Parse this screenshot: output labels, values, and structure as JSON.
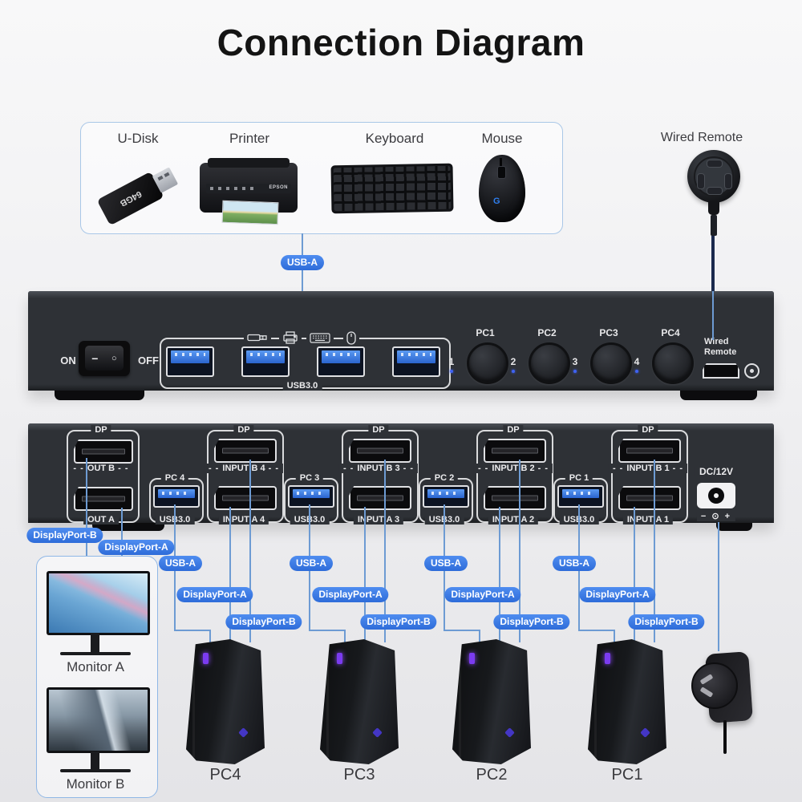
{
  "title": "Connection Diagram",
  "colors": {
    "badge_blue": "#3D7CE3",
    "line_blue": "#6D9BD3",
    "panel_dark": "#2E3136",
    "usb_port_blue": "#3B7BE8"
  },
  "peripherals": {
    "items": [
      {
        "label": "U-Disk"
      },
      {
        "label": "Printer"
      },
      {
        "label": "Keyboard"
      },
      {
        "label": "Mouse"
      }
    ],
    "udisk_capacity": "64GB",
    "printer_brand": "EPSON",
    "mouse_logo": "G"
  },
  "wired_remote": {
    "label": "Wired Remote"
  },
  "front_panel": {
    "power": {
      "on": "ON",
      "off": "OFF",
      "rocker_on": "−",
      "rocker_off": "○"
    },
    "usb_group_label": "USB3.0",
    "pc_buttons": [
      {
        "num": "1",
        "label": "PC1"
      },
      {
        "num": "2",
        "label": "PC2"
      },
      {
        "num": "3",
        "label": "PC3"
      },
      {
        "num": "4",
        "label": "PC4"
      }
    ],
    "remote_port": {
      "line1": "Wired",
      "line2": "Remote"
    }
  },
  "back_panel": {
    "out_group": {
      "dp": "DP",
      "out_b": "OUT B",
      "out_a": "OUT A"
    },
    "pc_groups": [
      {
        "name": "PC 4",
        "usb": "USB3.0",
        "dp": "DP",
        "input_b": "INPUT B 4",
        "input_a": "INPUT A 4"
      },
      {
        "name": "PC 3",
        "usb": "USB3.0",
        "dp": "DP",
        "input_b": "INPUT B 3",
        "input_a": "INPUT A 3"
      },
      {
        "name": "PC 2",
        "usb": "USB3.0",
        "dp": "DP",
        "input_b": "INPUT B 2",
        "input_a": "INPUT A 2"
      },
      {
        "name": "PC 1",
        "usb": "USB3.0",
        "dp": "DP",
        "input_b": "INPUT B 1",
        "input_a": "INPUT A 1"
      }
    ],
    "dc_label": "DC/12V",
    "dc_polarity": "− ⊙ +"
  },
  "badges": {
    "front_usb": "USB-A",
    "monitor_b": "DisplayPort-B",
    "monitor_a": "DisplayPort-A",
    "pc": [
      {
        "usb": "USB-A",
        "dp_a": "DisplayPort-A",
        "dp_b": "DisplayPort-B"
      },
      {
        "usb": "USB-A",
        "dp_a": "DisplayPort-A",
        "dp_b": "DisplayPort-B"
      },
      {
        "usb": "USB-A",
        "dp_a": "DisplayPort-A",
        "dp_b": "DisplayPort-B"
      },
      {
        "usb": "USB-A",
        "dp_a": "DisplayPort-A",
        "dp_b": "DisplayPort-B"
      }
    ]
  },
  "monitors": {
    "a": "Monitor A",
    "b": "Monitor B"
  },
  "towers": [
    {
      "label": "PC4"
    },
    {
      "label": "PC3"
    },
    {
      "label": "PC2"
    },
    {
      "label": "PC1"
    }
  ]
}
